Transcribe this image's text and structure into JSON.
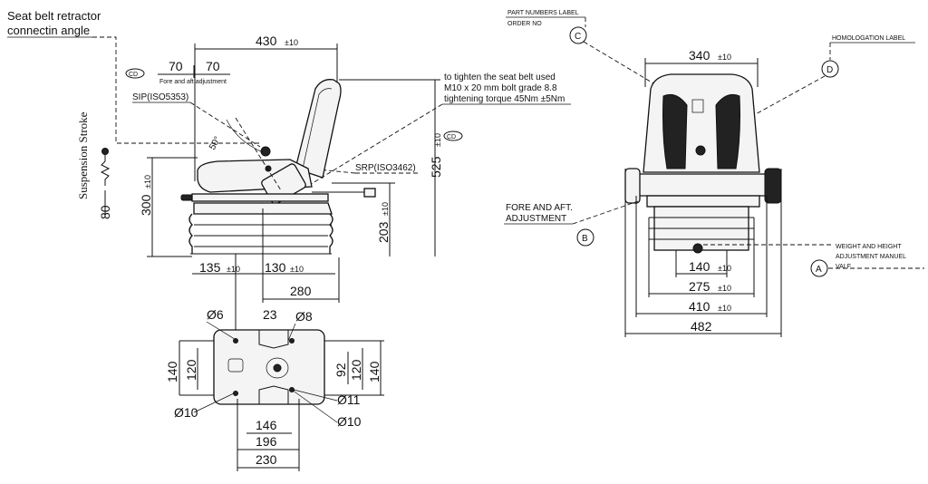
{
  "seatbelt_title": [
    "Seat belt retractor",
    "connectin angle"
  ],
  "cd": "CD",
  "fore_aft_left": {
    "v1": "70",
    "v2": "70",
    "caption": "Fore and aft adjustment"
  },
  "sip": "SIP(ISO5353)",
  "srp": "SRP(ISO3462)",
  "angle": "50°",
  "torque_note": [
    "to tighten the seat belt used",
    "M10 x 20 mm bolt grade 8.8",
    "tightening torque 45Nm ±5Nm"
  ],
  "suspension_stroke": "Suspension Stroke",
  "side_dims": {
    "w430": "430",
    "w430_tol": "±10",
    "h525": "525",
    "h525_tol": "±10",
    "h300": "300",
    "h300_tol": "±10",
    "h203": "203",
    "h203_tol": "±10",
    "s80": "80",
    "w135": "135",
    "w135_tol": "±10",
    "w130": "130",
    "w130_tol": "±10",
    "w280": "280"
  },
  "base_dims": {
    "d6": "Ø6",
    "w23": "23",
    "d8": "Ø8",
    "h140l": "140",
    "h120l": "120",
    "h92": "92",
    "h120r": "120",
    "h140r": "140",
    "d10a": "Ø10",
    "d11": "Ø11",
    "d10b": "Ø10",
    "w146": "146",
    "w196": "196",
    "w230": "230"
  },
  "front_dims": {
    "w340": "340",
    "w340_tol": "±10",
    "w140": "140",
    "w140_tol": "±10",
    "w275": "275",
    "w275_tol": "±10",
    "w410": "410",
    "w410_tol": "±10",
    "w482": "482"
  },
  "labels": {
    "part_numbers": [
      "PART NUMBERS LABEL",
      "ORDER NO"
    ],
    "homologation": "HOMOLOGATION LABEL",
    "fore_aft_front": [
      "FORE AND AFT.",
      "ADJUSTMENT"
    ],
    "weight_height": [
      "WEIGHT AND HEIGHT",
      "ADJUSTMENT MANUEL",
      "VALF"
    ]
  },
  "bubbles": {
    "a": "A",
    "b": "B",
    "c": "C",
    "d": "D"
  }
}
